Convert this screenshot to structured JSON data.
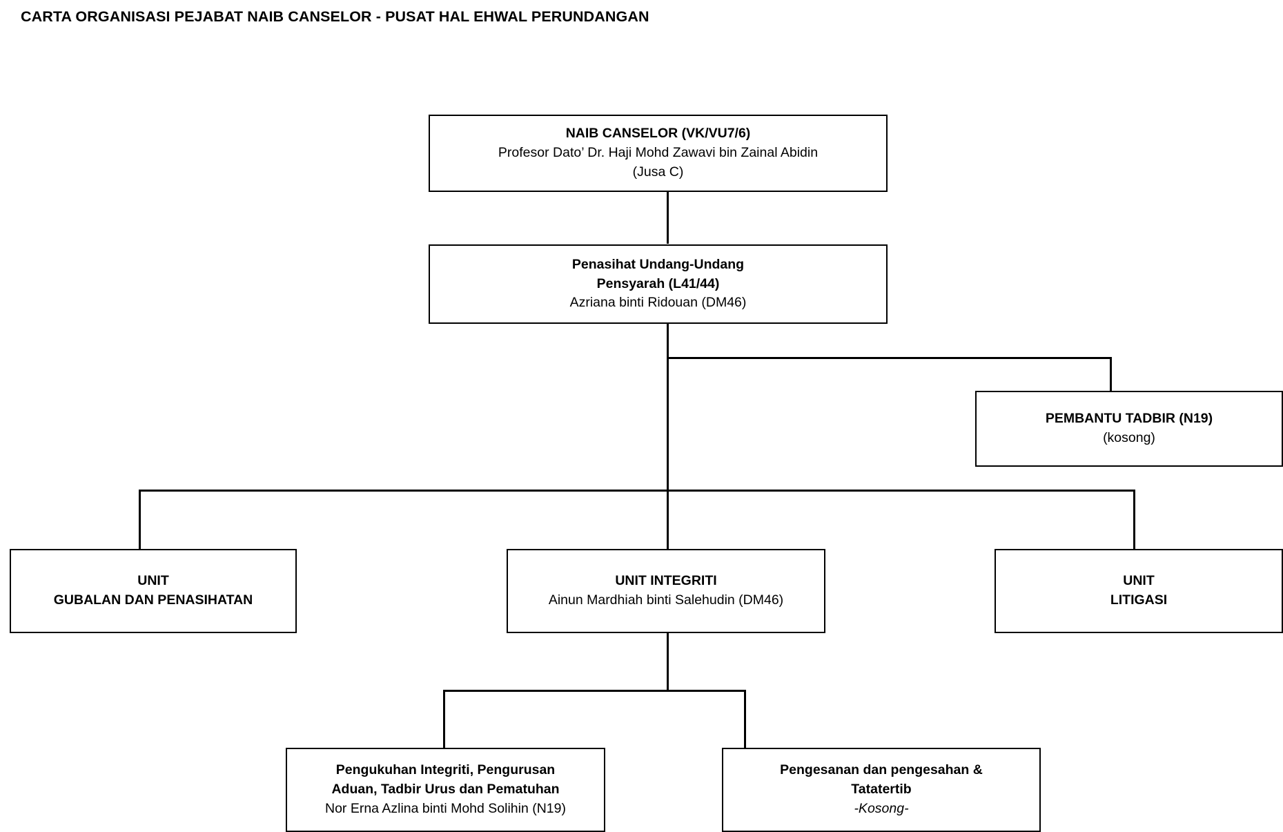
{
  "page": {
    "title": "CARTA ORGANISASI PEJABAT NAIB CANSELOR - PUSAT HAL EHWAL PERUNDANGAN",
    "background_color": "#ffffff",
    "line_color": "#000000",
    "text_color": "#000000"
  },
  "chart_data": {
    "type": "diagram",
    "diagram_type": "organization-chart",
    "title": "CARTA ORGANISASI PEJABAT NAIB CANSELOR - PUSAT HAL EHWAL PERUNDANGAN",
    "orientation": "top-down",
    "nodes": [
      {
        "id": "naib-canselor",
        "level": 0,
        "lines": [
          {
            "text": "NAIB CANSELOR (VK/VU7/6)",
            "style": "bold"
          },
          {
            "text": "Profesor Dato’ Dr. Haji Mohd Zawavi bin Zainal Abidin",
            "style": "regular"
          },
          {
            "text": "(Jusa C)",
            "style": "regular"
          }
        ]
      },
      {
        "id": "penasihat-undang-undang",
        "level": 1,
        "lines": [
          {
            "text": "Penasihat Undang-Undang",
            "style": "bold"
          },
          {
            "text": "Pensyarah (L41/44)",
            "style": "bold"
          },
          {
            "text": "Azriana binti Ridouan (DM46)",
            "style": "regular"
          }
        ]
      },
      {
        "id": "pembantu-tadbir",
        "level": 2,
        "lines": [
          {
            "text": "PEMBANTU TADBIR (N19)",
            "style": "bold"
          },
          {
            "text": "(kosong)",
            "style": "regular"
          }
        ]
      },
      {
        "id": "unit-gubalan-dan-penasihatan",
        "level": 3,
        "lines": [
          {
            "text": "UNIT",
            "style": "bold"
          },
          {
            "text": "GUBALAN DAN PENASIHATAN",
            "style": "bold"
          }
        ]
      },
      {
        "id": "unit-integriti",
        "level": 3,
        "lines": [
          {
            "text": "UNIT INTEGRITI",
            "style": "bold"
          },
          {
            "text": "Ainun Mardhiah binti Salehudin (DM46)",
            "style": "regular"
          }
        ]
      },
      {
        "id": "unit-litigasi",
        "level": 3,
        "lines": [
          {
            "text": "UNIT",
            "style": "bold"
          },
          {
            "text": "LITIGASI",
            "style": "bold"
          }
        ]
      },
      {
        "id": "pengukuhan-integriti",
        "level": 4,
        "lines": [
          {
            "text": "Pengukuhan Integriti, Pengurusan",
            "style": "bold"
          },
          {
            "text": "Aduan, Tadbir Urus dan Pematuhan",
            "style": "bold"
          },
          {
            "text": "Nor Erna Azlina binti Mohd Solihin (N19)",
            "style": "regular"
          }
        ]
      },
      {
        "id": "pengesanan-pengesahan",
        "level": 4,
        "lines": [
          {
            "text": "Pengesanan dan pengesahan &",
            "style": "bold"
          },
          {
            "text": "Tatatertib",
            "style": "bold"
          },
          {
            "text": "-Kosong-",
            "style": "italic"
          }
        ]
      }
    ],
    "edges": [
      {
        "from": "naib-canselor",
        "to": "penasihat-undang-undang"
      },
      {
        "from": "penasihat-undang-undang",
        "to": "pembantu-tadbir"
      },
      {
        "from": "penasihat-undang-undang",
        "to": "unit-gubalan-dan-penasihatan"
      },
      {
        "from": "penasihat-undang-undang",
        "to": "unit-integriti"
      },
      {
        "from": "penasihat-undang-undang",
        "to": "unit-litigasi"
      },
      {
        "from": "unit-integriti",
        "to": "pengukuhan-integriti"
      },
      {
        "from": "unit-integriti",
        "to": "pengesanan-pengesahan"
      }
    ]
  },
  "nodes": {
    "naib_canselor": {
      "line1": "NAIB CANSELOR (VK/VU7/6)",
      "line2": "Profesor Dato’ Dr. Haji Mohd Zawavi bin Zainal Abidin",
      "line3": "(Jusa C)"
    },
    "penasihat": {
      "line1": "Penasihat Undang-Undang",
      "line2": "Pensyarah (L41/44)",
      "line3": "Azriana binti Ridouan (DM46)"
    },
    "pembantu_tadbir": {
      "line1": "PEMBANTU TADBIR (N19)",
      "line2": "(kosong)"
    },
    "unit_gubalan": {
      "line1": "UNIT",
      "line2": "GUBALAN DAN PENASIHATAN"
    },
    "unit_integriti": {
      "line1": "UNIT INTEGRITI",
      "line2": "Ainun Mardhiah binti Salehudin (DM46)"
    },
    "unit_litigasi": {
      "line1": "UNIT",
      "line2": "LITIGASI"
    },
    "pengukuhan": {
      "line1": "Pengukuhan Integriti, Pengurusan",
      "line2": "Aduan, Tadbir Urus dan Pematuhan",
      "line3": "Nor Erna Azlina binti Mohd Solihin (N19)"
    },
    "pengesanan": {
      "line1": "Pengesanan dan pengesahan &",
      "line2": "Tatatertib",
      "line3": "-Kosong-"
    }
  }
}
